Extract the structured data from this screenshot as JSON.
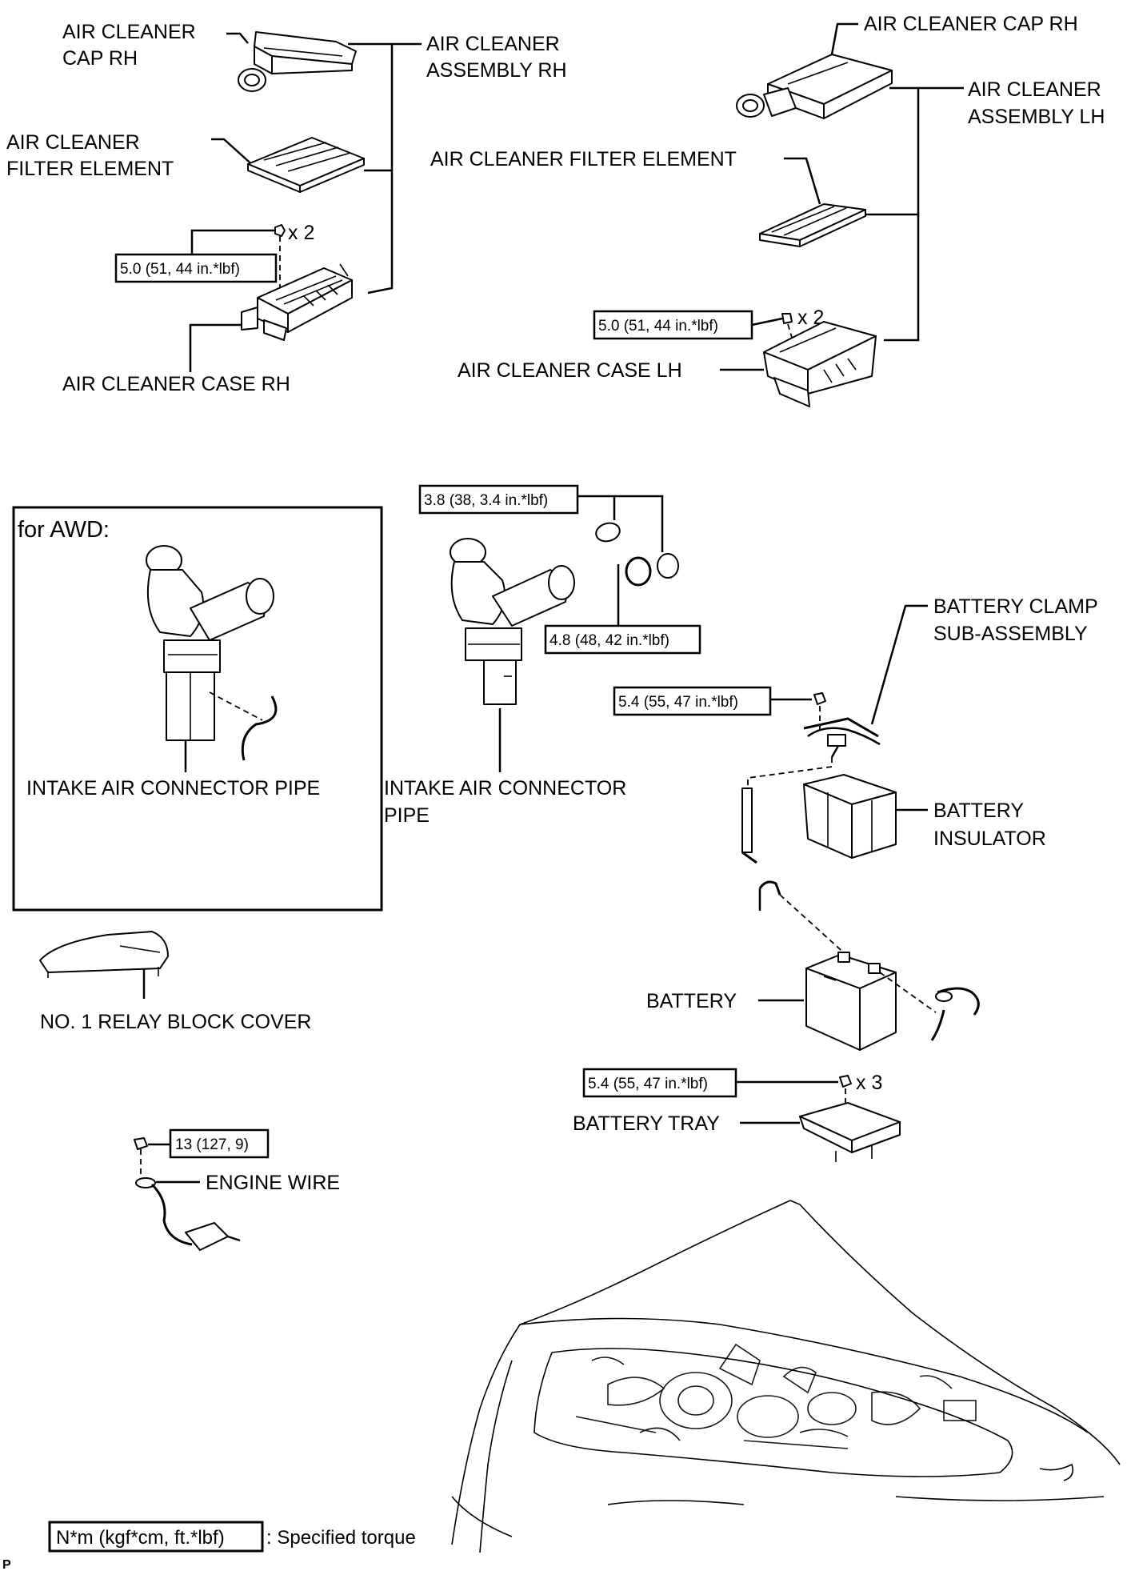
{
  "labels": {
    "cap_rh_l1": "AIR CLEANER",
    "cap_rh_l2": "CAP RH",
    "assy_rh_l1": "AIR CLEANER",
    "assy_rh_l2": "ASSEMBLY RH",
    "filter_l1": "AIR CLEANER",
    "filter_l2": "FILTER ELEMENT",
    "case_rh": "AIR CLEANER CASE RH",
    "cap_rh_right": "AIR CLEANER CAP RH",
    "assy_lh_l1": "AIR CLEANER",
    "assy_lh_l2": "ASSEMBLY LH",
    "filter_lh": "AIR CLEANER FILTER ELEMENT",
    "case_lh": "AIR CLEANER CASE LH",
    "awd": "for AWD:",
    "intake_awd": "INTAKE AIR CONNECTOR PIPE",
    "intake_l1": "INTAKE AIR CONNECTOR",
    "intake_l2": "PIPE",
    "relay_cover": "NO. 1 RELAY BLOCK COVER",
    "battery_clamp_l1": "BATTERY CLAMP",
    "battery_clamp_l2": "SUB-ASSEMBLY",
    "battery_insulator_l1": "BATTERY",
    "battery_insulator_l2": "INSULATOR",
    "battery": "BATTERY",
    "battery_tray": "BATTERY TRAY",
    "engine_wire": "ENGINE WIRE",
    "qty_x2_a": "x 2",
    "qty_x2_b": "x 2",
    "qty_x3": "x 3",
    "legend_suffix": ": Specified torque",
    "corner_mark": "P"
  },
  "torques": {
    "case_rh": "5.0 (51, 44 in.*lbf)",
    "case_lh": "5.0 (51, 44 in.*lbf)",
    "clamp_small": "3.8 (38, 3.4 in.*lbf)",
    "clamp_large": "4.8 (48, 42 in.*lbf)",
    "battery_clamp": "5.4 (55, 47 in.*lbf)",
    "battery_tray": "5.4 (55, 47 in.*lbf)",
    "engine_wire": "13 (127, 9)",
    "legend_unit": "N*m (kgf*cm, ft.*lbf)"
  }
}
